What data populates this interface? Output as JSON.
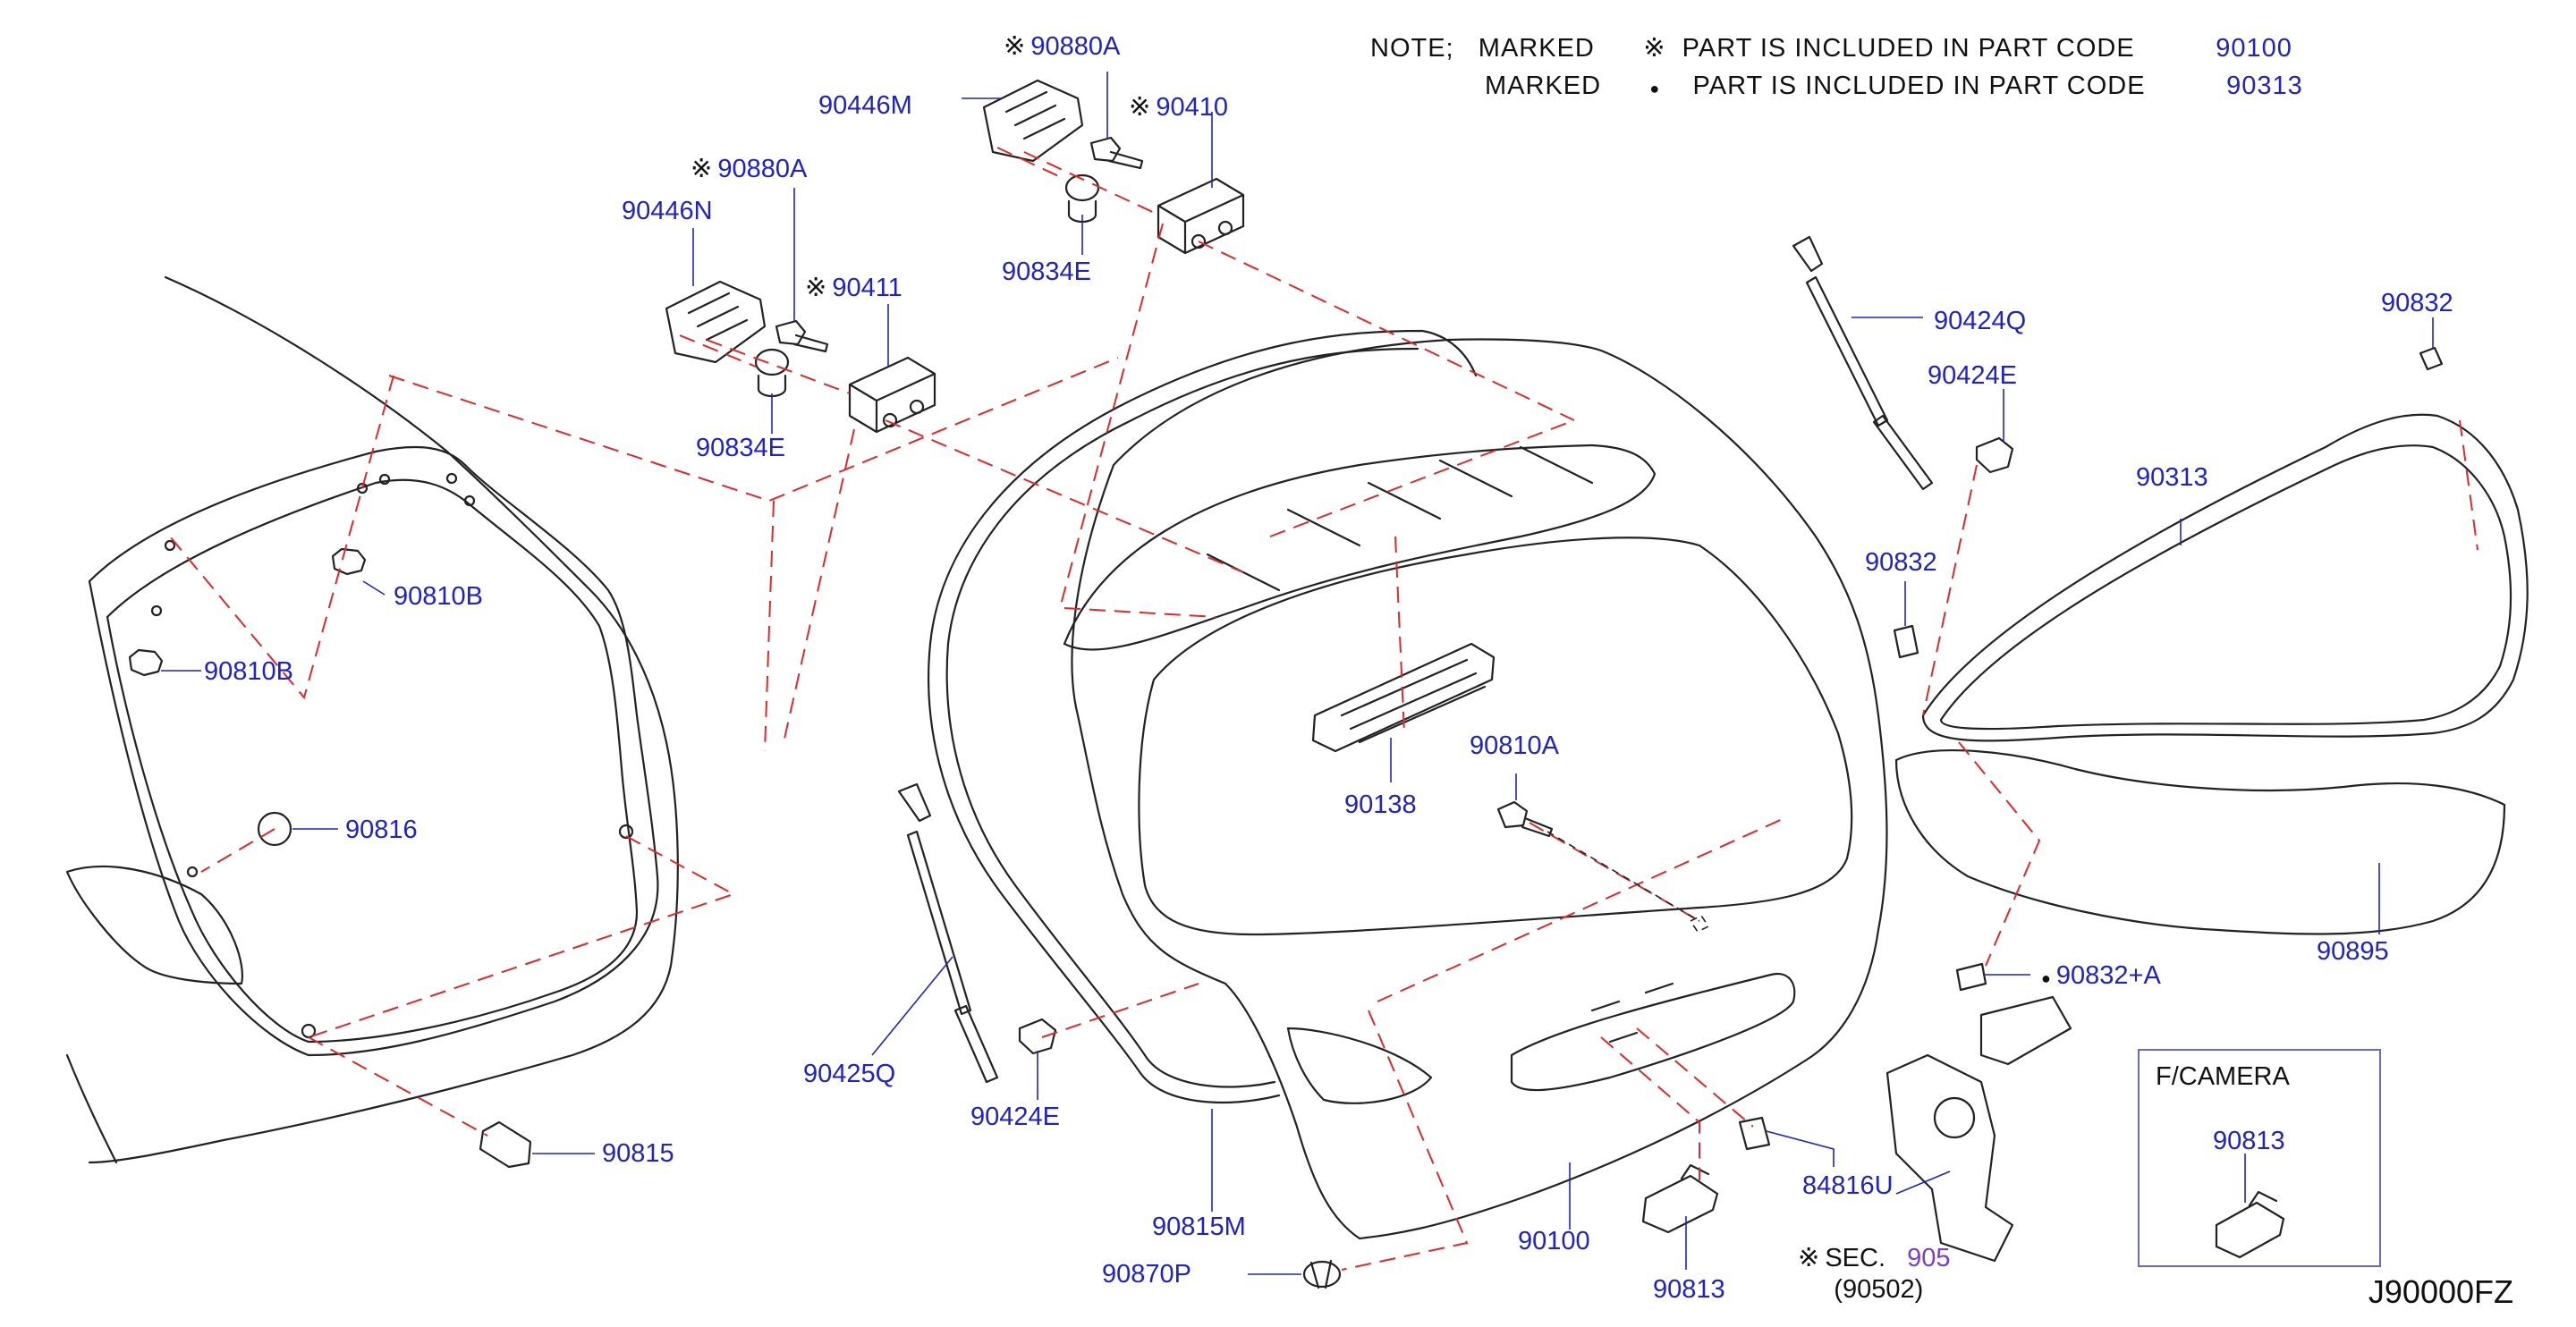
{
  "notes": {
    "line1": {
      "prefix": "NOTE;",
      "word": "MARKED",
      "mark": "※",
      "text": "PART  IS  INCLUDED  IN  PART  CODE",
      "code": "90100"
    },
    "line2": {
      "word": "MARKED",
      "mark": "●",
      "text": "PART  IS  INCLUDED  IN  PART  CODE",
      "code": "90313"
    }
  },
  "marks": {
    "asterisk": "※",
    "dot": "●"
  },
  "labels": {
    "p90880a_top": "90880A",
    "p90446m": "90446M",
    "p90410": "90410",
    "p90834e_top": "90834E",
    "p90880a_left": "90880A",
    "p90446n": "90446N",
    "p90411": "90411",
    "p90834e_left": "90834E",
    "p90810b_1": "90810B",
    "p90810b_2": "90810B",
    "p90816": "90816",
    "p90815": "90815",
    "p90138": "90138",
    "p90810a": "90810A",
    "p90425q": "90425Q",
    "p90424e_lower": "90424E",
    "p90815m": "90815M",
    "p90870p": "90870P",
    "p90100": "90100",
    "p90813": "90813",
    "p84816u": "84816U",
    "p90424q": "90424Q",
    "p90424e_upper": "90424E",
    "p90832_top": "90832",
    "p90313": "90313",
    "p90832_mid": "90832",
    "p90895": "90895",
    "p90832a": "90832+A",
    "inset_90813": "90813"
  },
  "sec": {
    "prefix": "SEC.",
    "num": "905",
    "sub": "(90502)"
  },
  "inset": {
    "title": "F/CAMERA"
  },
  "diagram_code": "J90000FZ",
  "colors": {
    "label": "#1f22c8",
    "line": "#222222",
    "dash": "#e0282c",
    "leader": "#1f22c8",
    "sec": "#7a3ec7"
  }
}
